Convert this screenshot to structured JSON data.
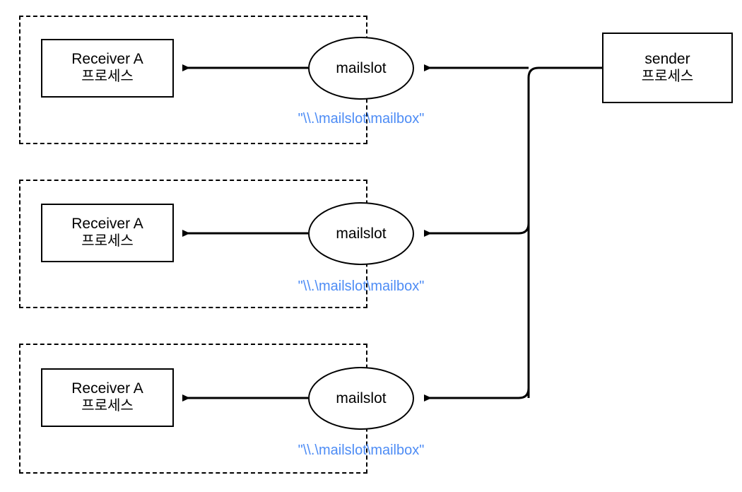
{
  "diagram": {
    "title": "Mailslot one-to-many IPC diagram",
    "colors": {
      "stroke": "#000000",
      "label_blue": "#4d8cf5",
      "background": "#ffffff"
    },
    "sender": {
      "line1": "sender",
      "line2": "프로세스"
    },
    "groups": [
      {
        "receiver": {
          "line1": "Receiver A",
          "line2": "프로세스"
        },
        "mailslot": "mailslot",
        "path_label": "\"\\\\.\\mailslot\\mailbox\""
      },
      {
        "receiver": {
          "line1": "Receiver A",
          "line2": "프로세스"
        },
        "mailslot": "mailslot",
        "path_label": "\"\\\\.\\mailslot\\mailbox\""
      },
      {
        "receiver": {
          "line1": "Receiver A",
          "line2": "프로세스"
        },
        "mailslot": "mailslot",
        "path_label": "\"\\\\.\\mailslot\\mailbox\""
      }
    ]
  }
}
